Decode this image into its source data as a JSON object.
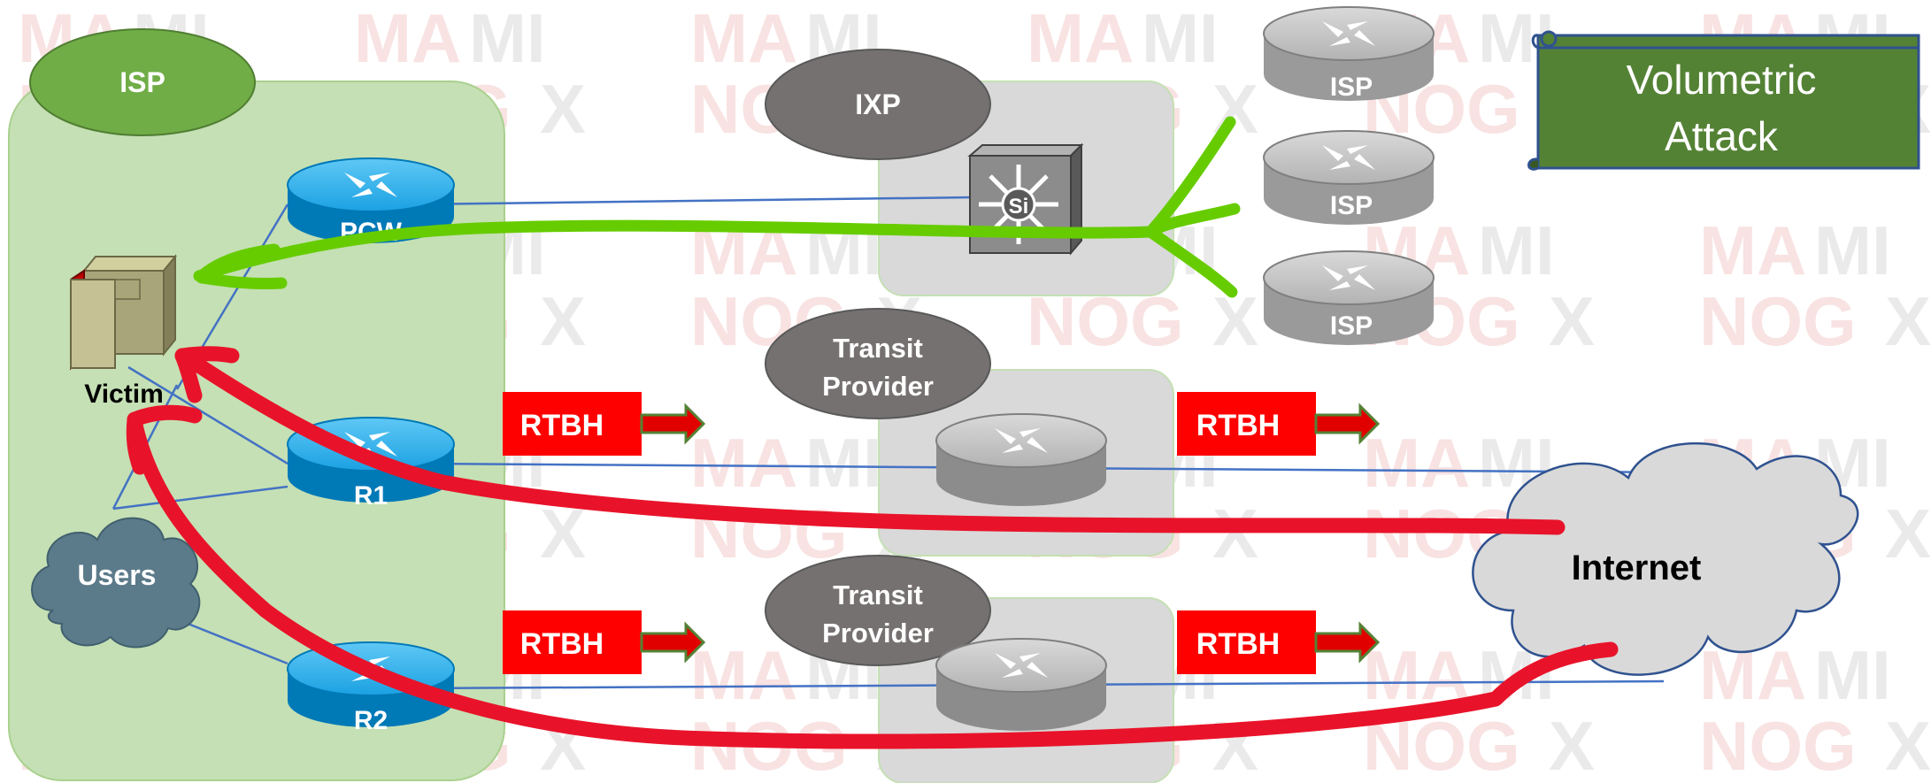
{
  "watermark": {
    "text": "MANOG MIX"
  },
  "title_banner": {
    "line1": "Volumetric",
    "line2": "Attack",
    "color": "#548235"
  },
  "isp_region": {
    "label": "ISP",
    "color": "#c5e0b4",
    "label_color": "#70ad47"
  },
  "victim": {
    "label": "Victim"
  },
  "users": {
    "label": "Users"
  },
  "routers": {
    "pcw": {
      "label": "PCW"
    },
    "r1": {
      "label": "R1"
    },
    "r2": {
      "label": "R2"
    }
  },
  "ixp": {
    "label": "IXP",
    "switch_label": "Si"
  },
  "transit_1": {
    "label_line1": "Transit",
    "label_line2": "Provider"
  },
  "transit_2": {
    "label_line1": "Transit",
    "label_line2": "Provider"
  },
  "peer_isps": [
    {
      "label": "ISP"
    },
    {
      "label": "ISP"
    },
    {
      "label": "ISP"
    }
  ],
  "rtbh_tags": [
    {
      "label": "RTBH"
    },
    {
      "label": "RTBH"
    },
    {
      "label": "RTBH"
    },
    {
      "label": "RTBH"
    }
  ],
  "internet": {
    "label": "Internet"
  },
  "colors": {
    "router_blue": "#1ba1e2",
    "router_gray": "#a6a6a6",
    "rtbh_red": "#ff0000",
    "attack_red": "#e8132a",
    "peering_green": "#66cc00",
    "oval_gray": "#767171",
    "link_blue": "#4472c4"
  }
}
